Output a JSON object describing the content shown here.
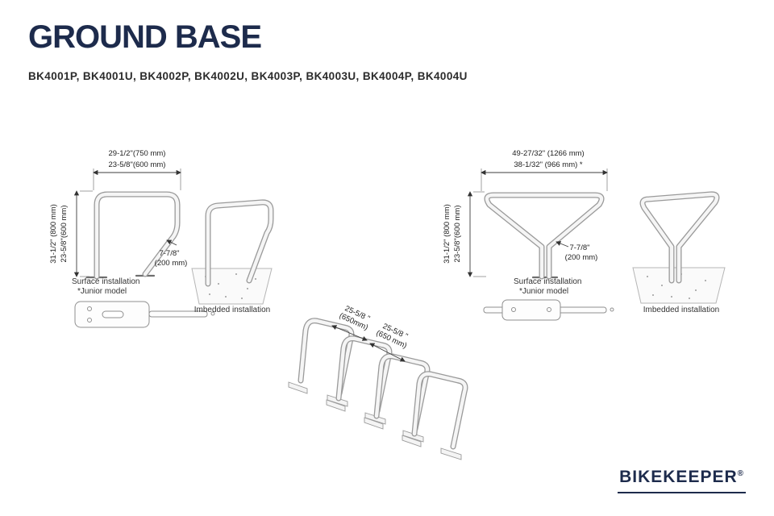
{
  "page": {
    "title": "GROUND BASE",
    "models": "BK4001P, BK4001U, BK4002P, BK4002U, BK4003P, BK4003U, BK4004P, BK4004U"
  },
  "left": {
    "dim_width_outer": "29-1/2\"(750 mm)",
    "dim_width_inner": "23-5/8\"(600 mm)",
    "dim_height_outer": "31-1/2\" (800 mm)",
    "dim_height_inner": "23-5/8\"(600 mm)",
    "dim_offset_in": "7-7/8\"",
    "dim_offset_mm": "(200 mm)",
    "surface_installation": "Surface installation",
    "junior_model": "*Junior model",
    "imbedded_installation": "Imbedded installation"
  },
  "right": {
    "dim_width_outer": "49-27/32\" (1266 mm)",
    "dim_width_inner": "38-1/32\" (966 mm) *",
    "dim_height_outer": "31-1/2\" (800 mm)",
    "dim_height_inner": "23-5/8\"(600 mm)",
    "dim_offset_in": "7-7/8\"",
    "dim_offset_mm": "(200 mm)",
    "surface_installation": "Surface installation",
    "junior_model": "*Junior model",
    "imbedded_installation": "Imbedded installation"
  },
  "iso": {
    "spacing1_in": "25-5/8 \"",
    "spacing1_mm": "(650mm)",
    "spacing2_in": "25-5/8 \"",
    "spacing2_mm": "(650 mm)"
  },
  "brand": {
    "name": "BIKEKEEPER",
    "mark": "®"
  },
  "colors": {
    "navy": "#1d2b4c",
    "dimension_line": "#3c3c3c",
    "tube_outline": "#9a9a9a",
    "tube_fill": "#f5f5f5",
    "ground_fill": "#fafafa"
  }
}
